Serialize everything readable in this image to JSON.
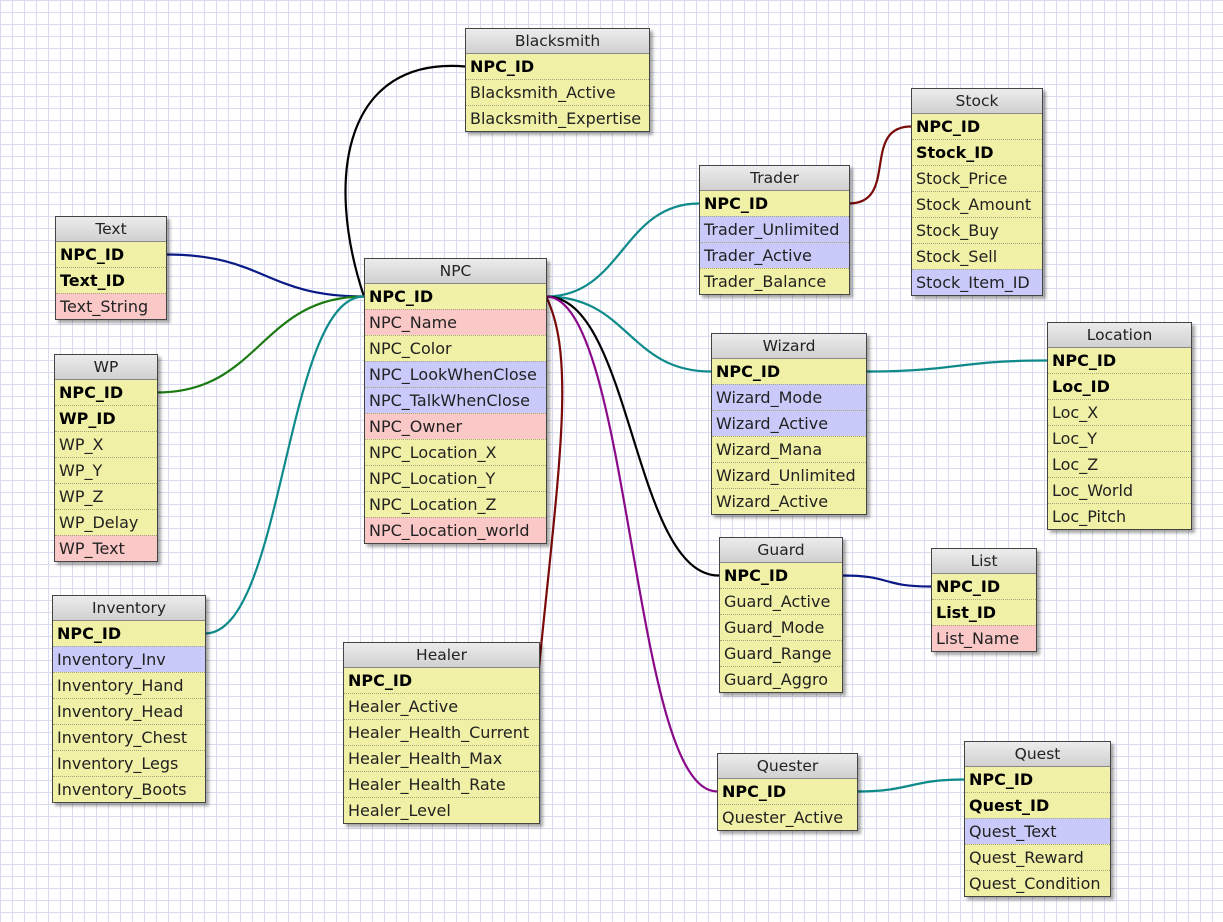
{
  "diagram": {
    "tables": [
      {
        "id": "blacksmith",
        "title": "Blacksmith",
        "fields": [
          {
            "name": "NPC_ID",
            "key": true,
            "color": "plain"
          },
          {
            "name": "Blacksmith_Active",
            "key": false,
            "color": "plain"
          },
          {
            "name": "Blacksmith_Expertise",
            "key": false,
            "color": "plain"
          }
        ]
      },
      {
        "id": "stock",
        "title": "Stock",
        "fields": [
          {
            "name": "NPC_ID",
            "key": true,
            "color": "plain"
          },
          {
            "name": "Stock_ID",
            "key": true,
            "color": "plain"
          },
          {
            "name": "Stock_Price",
            "key": false,
            "color": "plain"
          },
          {
            "name": "Stock_Amount",
            "key": false,
            "color": "plain"
          },
          {
            "name": "Stock_Buy",
            "key": false,
            "color": "plain"
          },
          {
            "name": "Stock_Sell",
            "key": false,
            "color": "plain"
          },
          {
            "name": "Stock_Item_ID",
            "key": false,
            "color": "blue"
          }
        ]
      },
      {
        "id": "trader",
        "title": "Trader",
        "fields": [
          {
            "name": "NPC_ID",
            "key": true,
            "color": "plain"
          },
          {
            "name": "Trader_Unlimited",
            "key": false,
            "color": "blue"
          },
          {
            "name": "Trader_Active",
            "key": false,
            "color": "blue"
          },
          {
            "name": "Trader_Balance",
            "key": false,
            "color": "plain"
          }
        ]
      },
      {
        "id": "text",
        "title": "Text",
        "fields": [
          {
            "name": "NPC_ID",
            "key": true,
            "color": "plain"
          },
          {
            "name": "Text_ID",
            "key": true,
            "color": "plain"
          },
          {
            "name": "Text_String",
            "key": false,
            "color": "pink"
          }
        ]
      },
      {
        "id": "npc",
        "title": "NPC",
        "fields": [
          {
            "name": "NPC_ID",
            "key": true,
            "color": "plain"
          },
          {
            "name": "NPC_Name",
            "key": false,
            "color": "pink"
          },
          {
            "name": "NPC_Color",
            "key": false,
            "color": "plain"
          },
          {
            "name": "NPC_LookWhenClose",
            "key": false,
            "color": "blue"
          },
          {
            "name": "NPC_TalkWhenClose",
            "key": false,
            "color": "blue"
          },
          {
            "name": "NPC_Owner",
            "key": false,
            "color": "pink"
          },
          {
            "name": "NPC_Location_X",
            "key": false,
            "color": "plain"
          },
          {
            "name": "NPC_Location_Y",
            "key": false,
            "color": "plain"
          },
          {
            "name": "NPC_Location_Z",
            "key": false,
            "color": "plain"
          },
          {
            "name": "NPC_Location_world",
            "key": false,
            "color": "pink"
          }
        ]
      },
      {
        "id": "location",
        "title": "Location",
        "fields": [
          {
            "name": "NPC_ID",
            "key": true,
            "color": "plain"
          },
          {
            "name": "Loc_ID",
            "key": true,
            "color": "plain"
          },
          {
            "name": "Loc_X",
            "key": false,
            "color": "plain"
          },
          {
            "name": "Loc_Y",
            "key": false,
            "color": "plain"
          },
          {
            "name": "Loc_Z",
            "key": false,
            "color": "plain"
          },
          {
            "name": "Loc_World",
            "key": false,
            "color": "plain"
          },
          {
            "name": "Loc_Pitch",
            "key": false,
            "color": "plain"
          }
        ]
      },
      {
        "id": "wizard",
        "title": "Wizard",
        "fields": [
          {
            "name": "NPC_ID",
            "key": true,
            "color": "plain"
          },
          {
            "name": "Wizard_Mode",
            "key": false,
            "color": "blue"
          },
          {
            "name": "Wizard_Active",
            "key": false,
            "color": "blue"
          },
          {
            "name": "Wizard_Mana",
            "key": false,
            "color": "plain"
          },
          {
            "name": "Wizard_Unlimited",
            "key": false,
            "color": "plain"
          },
          {
            "name": "Wizard_Active",
            "key": false,
            "color": "plain"
          }
        ]
      },
      {
        "id": "wp",
        "title": "WP",
        "fields": [
          {
            "name": "NPC_ID",
            "key": true,
            "color": "plain"
          },
          {
            "name": "WP_ID",
            "key": true,
            "color": "plain"
          },
          {
            "name": "WP_X",
            "key": false,
            "color": "plain"
          },
          {
            "name": "WP_Y",
            "key": false,
            "color": "plain"
          },
          {
            "name": "WP_Z",
            "key": false,
            "color": "plain"
          },
          {
            "name": "WP_Delay",
            "key": false,
            "color": "plain"
          },
          {
            "name": "WP_Text",
            "key": false,
            "color": "pink"
          }
        ]
      },
      {
        "id": "guard",
        "title": "Guard",
        "fields": [
          {
            "name": "NPC_ID",
            "key": true,
            "color": "plain"
          },
          {
            "name": "Guard_Active",
            "key": false,
            "color": "plain"
          },
          {
            "name": "Guard_Mode",
            "key": false,
            "color": "plain"
          },
          {
            "name": "Guard_Range",
            "key": false,
            "color": "plain"
          },
          {
            "name": "Guard_Aggro",
            "key": false,
            "color": "plain"
          }
        ]
      },
      {
        "id": "list",
        "title": "List",
        "fields": [
          {
            "name": "NPC_ID",
            "key": true,
            "color": "plain"
          },
          {
            "name": "List_ID",
            "key": true,
            "color": "plain"
          },
          {
            "name": "List_Name",
            "key": false,
            "color": "pink"
          }
        ]
      },
      {
        "id": "inventory",
        "title": "Inventory",
        "fields": [
          {
            "name": "NPC_ID",
            "key": true,
            "color": "plain"
          },
          {
            "name": "Inventory_Inv",
            "key": false,
            "color": "blue"
          },
          {
            "name": "Inventory_Hand",
            "key": false,
            "color": "plain"
          },
          {
            "name": "Inventory_Head",
            "key": false,
            "color": "plain"
          },
          {
            "name": "Inventory_Chest",
            "key": false,
            "color": "plain"
          },
          {
            "name": "Inventory_Legs",
            "key": false,
            "color": "plain"
          },
          {
            "name": "Inventory_Boots",
            "key": false,
            "color": "plain"
          }
        ]
      },
      {
        "id": "healer",
        "title": "Healer",
        "fields": [
          {
            "name": "NPC_ID",
            "key": true,
            "color": "plain"
          },
          {
            "name": "Healer_Active",
            "key": false,
            "color": "plain"
          },
          {
            "name": "Healer_Health_Current",
            "key": false,
            "color": "plain"
          },
          {
            "name": "Healer_Health_Max",
            "key": false,
            "color": "plain"
          },
          {
            "name": "Healer_Health_Rate",
            "key": false,
            "color": "plain"
          },
          {
            "name": "Healer_Level",
            "key": false,
            "color": "plain"
          }
        ]
      },
      {
        "id": "quester",
        "title": "Quester",
        "fields": [
          {
            "name": "NPC_ID",
            "key": true,
            "color": "plain"
          },
          {
            "name": "Quester_Active",
            "key": false,
            "color": "plain"
          }
        ]
      },
      {
        "id": "quest",
        "title": "Quest",
        "fields": [
          {
            "name": "NPC_ID",
            "key": true,
            "color": "plain"
          },
          {
            "name": "Quest_ID",
            "key": true,
            "color": "plain"
          },
          {
            "name": "Quest_Text",
            "key": false,
            "color": "blue"
          },
          {
            "name": "Quest_Reward",
            "key": false,
            "color": "plain"
          },
          {
            "name": "Quest_Condition",
            "key": false,
            "color": "plain"
          }
        ]
      }
    ],
    "relations": [
      {
        "from": "blacksmith",
        "to": "npc",
        "color": "#000000"
      },
      {
        "from": "text",
        "to": "npc",
        "color": "#0a1a86"
      },
      {
        "from": "wp",
        "to": "npc",
        "color": "#1b7a12"
      },
      {
        "from": "inventory",
        "to": "npc",
        "color": "#0e8a8a"
      },
      {
        "from": "npc",
        "to": "trader",
        "color": "#0e8a8a"
      },
      {
        "from": "npc",
        "to": "wizard",
        "color": "#0e8a8a"
      },
      {
        "from": "npc",
        "to": "guard",
        "color": "#000000"
      },
      {
        "from": "npc",
        "to": "quester",
        "color": "#8a0a8a"
      },
      {
        "from": "npc",
        "to": "healer",
        "color": "#7a0a0a"
      },
      {
        "from": "trader",
        "to": "stock",
        "color": "#7a0a0a"
      },
      {
        "from": "wizard",
        "to": "location",
        "color": "#0e8a8a"
      },
      {
        "from": "guard",
        "to": "list",
        "color": "#0a1a86"
      },
      {
        "from": "quester",
        "to": "quest",
        "color": "#0e8a8a"
      }
    ]
  }
}
